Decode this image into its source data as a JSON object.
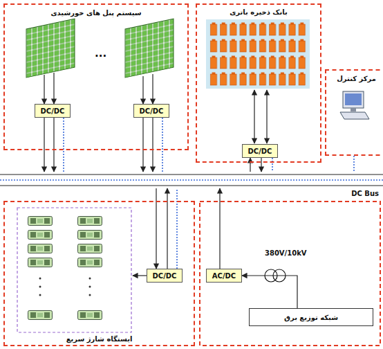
{
  "diagram": {
    "nodes": [
      {
        "text": [
          "سیستم پنل های خورشیدی"
        ]
      },
      {
        "text": [
          "DC/DC"
        ],
        "in": 0
      },
      {
        "text": [
          "DC/DC"
        ],
        "in": 0
      },
      {
        "text": [
          "بانک ذخیره باتری"
        ]
      },
      {
        "text": [
          "DC/DC"
        ],
        "in": 3
      },
      {
        "text": [
          "مرکز کنترل"
        ]
      },
      {
        "text": [
          "DC Bus"
        ]
      },
      {
        "text": [
          "ایستگاه شارژ سریع"
        ]
      },
      {
        "text": [
          "DC/DC"
        ],
        "in": 7
      },
      {
        "text": [
          "AC/DC"
        ]
      },
      {
        "text": [
          "شبکه توزیع برق"
        ]
      }
    ],
    "edges": [
      {
        "from": 1,
        "to": 6,
        "arrow": "to"
      },
      {
        "from": 1,
        "to": 6,
        "arrow": "to"
      },
      {
        "from": 1,
        "to": 6,
        "arrow": "none"
      },
      {
        "from": 2,
        "to": 6,
        "arrow": "to"
      },
      {
        "from": 2,
        "to": 6,
        "arrow": "to"
      },
      {
        "from": 2,
        "to": 6,
        "arrow": "none"
      },
      {
        "from": 6,
        "to": 4,
        "arrow": "to"
      },
      {
        "from": 4,
        "to": 6,
        "arrow": "to"
      },
      {
        "from": 4,
        "to": 6,
        "arrow": "none"
      },
      {
        "from": 5,
        "to": 6,
        "arrow": "none"
      },
      {
        "from": 6,
        "to": 8,
        "arrow": "to"
      },
      {
        "from": 8,
        "to": 6,
        "arrow": "to"
      },
      {
        "from": 8,
        "to": 6,
        "arrow": "none"
      },
      {
        "from": 9,
        "to": 6,
        "arrow": "to"
      },
      {
        "from": 10,
        "to": 9,
        "arrow": "to"
      }
    ],
    "labels": [
      "380V/10kV",
      "..."
    ]
  }
}
